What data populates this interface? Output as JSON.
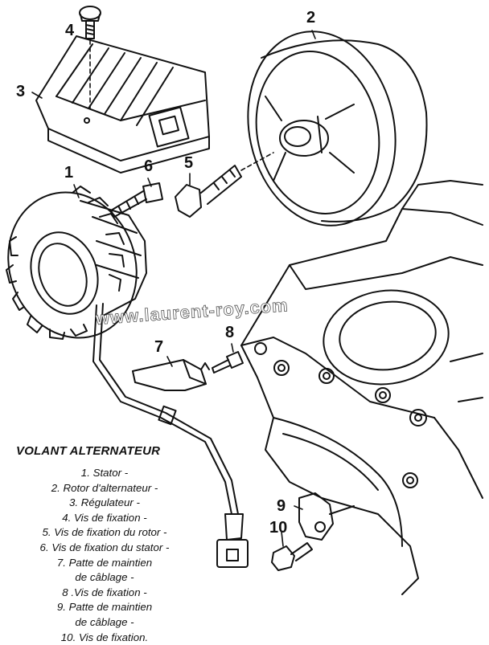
{
  "watermark": "www.laurent-roy.com",
  "callouts": [
    "1",
    "2",
    "3",
    "4",
    "5",
    "6",
    "7",
    "8",
    "9",
    "10"
  ],
  "legend": {
    "title": "VOLANT ALTERNATEUR",
    "lines": [
      "1. Stator -",
      "2. Rotor d'alternateur -",
      "3. Régulateur -",
      "4. Vis de fixation -",
      "5. Vis de fixation du rotor -",
      "6. Vis de fixation du stator -",
      "7. Patte de maintien",
      "de câblage -",
      "8 .Vis de fixation -",
      "9. Patte de maintien",
      "de câblage -",
      "10. Vis de fixation."
    ]
  },
  "colors": {
    "ink": "#111111",
    "paper": "#ffffff"
  }
}
